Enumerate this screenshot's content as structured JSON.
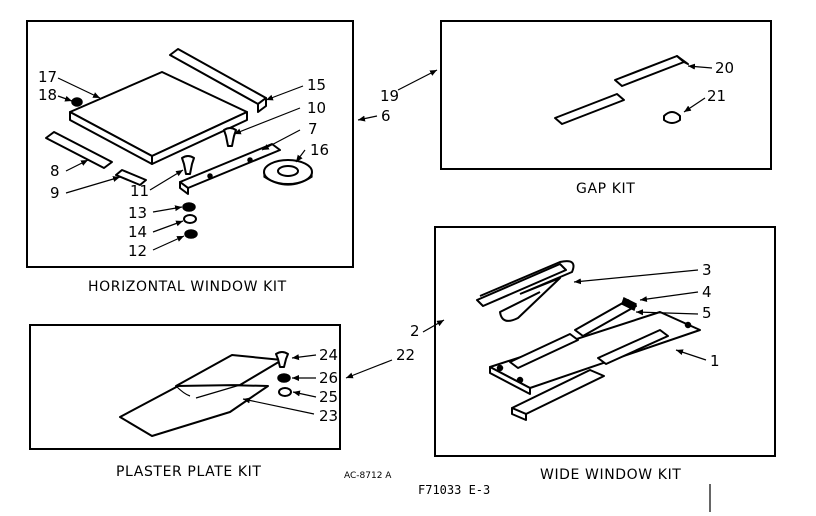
{
  "kits": {
    "horizontal": {
      "title": "HORIZONTAL WINDOW KIT"
    },
    "gap": {
      "title": "GAP KIT"
    },
    "plaster": {
      "title": "PLASTER PLATE KIT"
    },
    "wide": {
      "title": "WIDE WINDOW KIT"
    }
  },
  "callouts": {
    "p17": "17",
    "p18": "18",
    "p15": "15",
    "p10": "10",
    "p7": "7",
    "p16": "16",
    "p8": "8",
    "p9": "9",
    "p11": "11",
    "p13": "13",
    "p14": "14",
    "p12": "12",
    "p19": "19",
    "p6": "6",
    "p20": "20",
    "p21": "21",
    "p3": "3",
    "p4": "4",
    "p5": "5",
    "p1": "1",
    "p2": "2",
    "p24": "24",
    "p26": "26",
    "p25": "25",
    "p23": "23",
    "p22": "22"
  },
  "footer": {
    "ref": "AC-8712 A",
    "code": "F71033 E-3"
  }
}
